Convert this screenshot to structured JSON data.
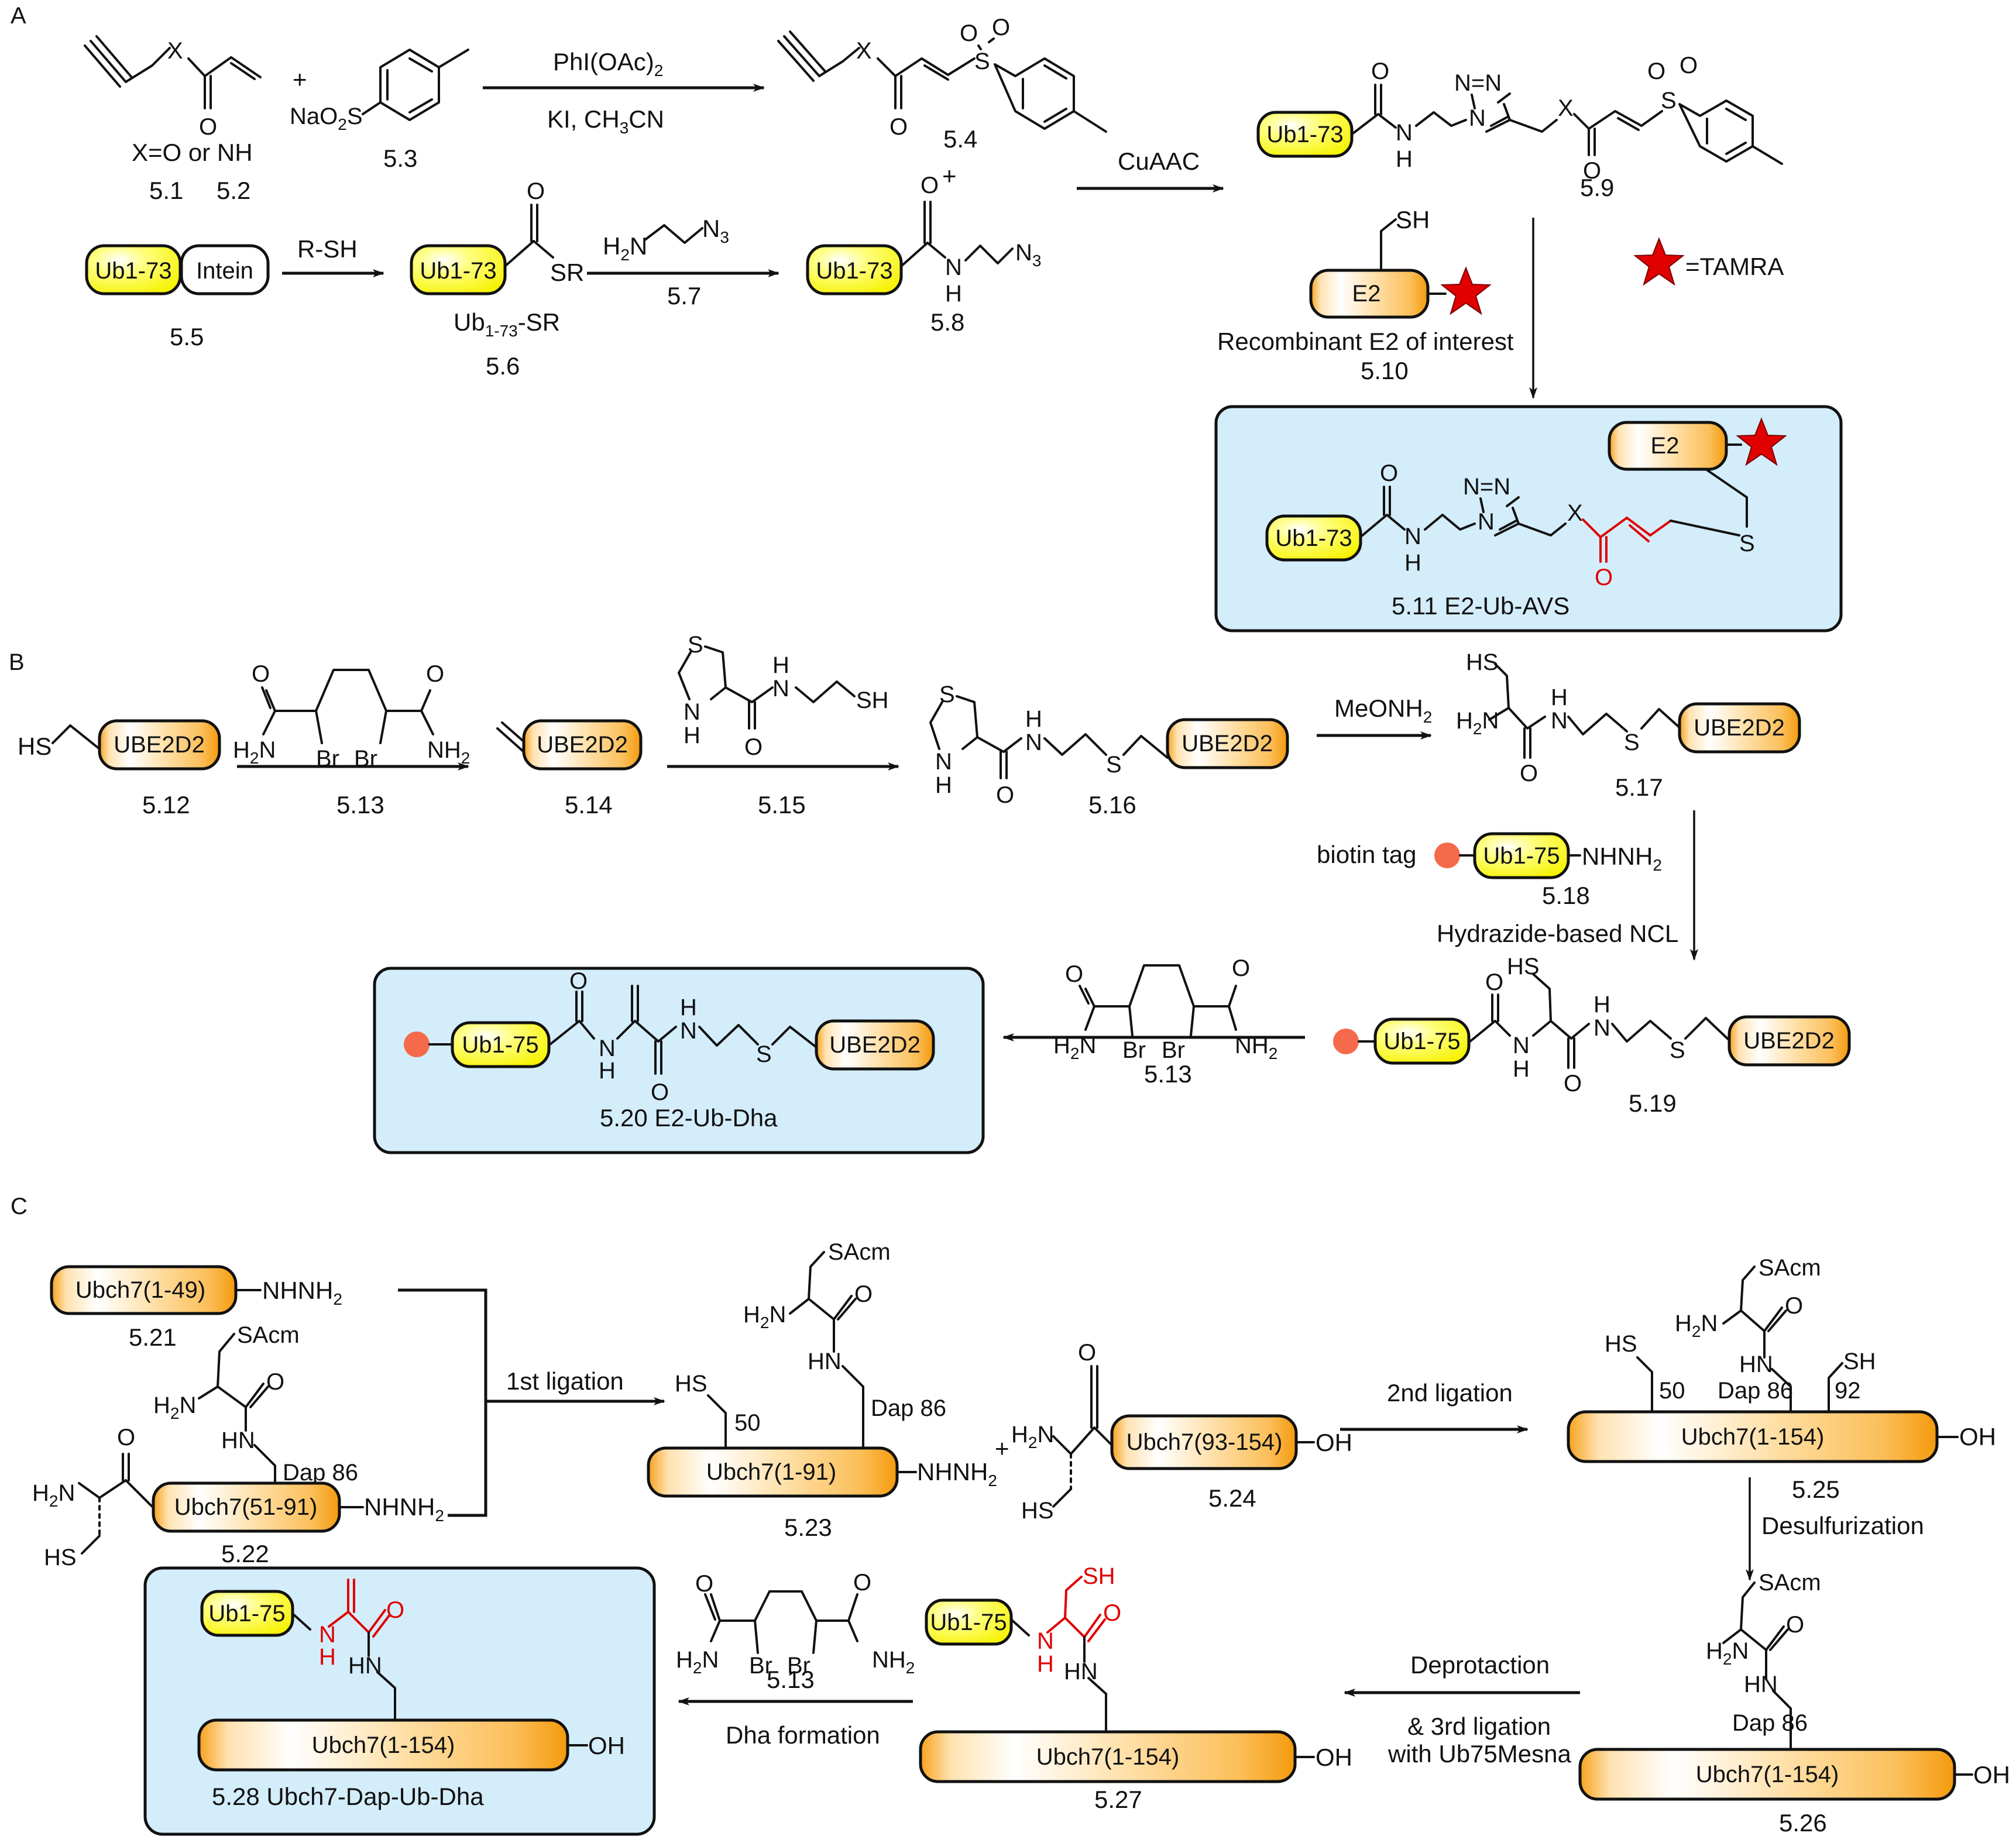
{
  "panels": {
    "a": "A",
    "b": "B",
    "c": "C"
  },
  "colors": {
    "ub_pill": "#ffff33",
    "e2_pill": "#f9a51a",
    "highlight_box": "#d4edfb",
    "highlight_red": "#e00000",
    "tamra_star": "#e00000",
    "biotin": "#f56a4a"
  },
  "panelA": {
    "reagent_conditions_1": {
      "top": "PhI(OAc)",
      "top_sub": "2",
      "bottom": "KI, CH",
      "bottom_sub": "3",
      "bottom_end": "CN"
    },
    "x_def": "X=O or NH",
    "cmpd_51": "5.1",
    "cmpd_52": "5.2",
    "cmpd_53": "5.3",
    "cmpd_54": "5.4",
    "plus": "+",
    "naso": "NaO",
    "naso_sub": "2",
    "naso_end": "S",
    "ub173": "Ub1-73",
    "intein": "Intein",
    "rsh": "R-SH",
    "cmpd_55": "5.5",
    "sr": "SR",
    "ub_sr": "Ub",
    "ub_sr_sub": "1-73",
    "ub_sr_end": "-SR",
    "cmpd_56": "5.6",
    "cmpd_57": "5.7",
    "h2n": "H",
    "h2n_sub": "2",
    "h2n_end": "N",
    "n3": "N",
    "n3_sub": "3",
    "cmpd_58": "5.8",
    "cuaac": "CuAAC",
    "cmpd_59": "5.9",
    "sh": "SH",
    "e2": "E2",
    "recombinant": "Recombinant E2 of interest",
    "cmpd_510": "5.10",
    "tamra": "=TAMRA",
    "product_label": "5.11   E2-Ub-AVS",
    "atoms": {
      "O": "O",
      "X": "X",
      "S": "S",
      "N": "N",
      "H": "H",
      "NN": "N=N"
    }
  },
  "panelB": {
    "ube2d2": "UBE2D2",
    "hs": "HS",
    "cmpd_512": "5.12",
    "cmpd_513": "5.13",
    "cmpd_514": "5.14",
    "cmpd_515": "5.15",
    "cmpd_516": "5.16",
    "cmpd_517": "5.17",
    "cmpd_518": "5.18",
    "cmpd_519": "5.19",
    "meonh2": "MeONH",
    "meonh2_sub": "2",
    "biotin_tag": "biotin tag",
    "ub175": "Ub1-75",
    "nhnh2": "NHNH",
    "nhnh2_sub": "2",
    "ncl": "Hydrazide-based NCL",
    "br": "Br",
    "nh2": "NH",
    "nh2_sub": "2",
    "product_label": "5.20   E2-Ub-Dha"
  },
  "panelC": {
    "ubch7_1_49": "Ubch7(1-49)",
    "cmpd_521": "5.21",
    "ubch7_51_91": "Ubch7(51-91)",
    "cmpd_522": "5.22",
    "sacm": "SAcm",
    "dap86": "Dap 86",
    "first_ligation": "1st ligation",
    "ubch7_1_91": "Ubch7(1-91)",
    "cmpd_523": "5.23",
    "pos50": "50",
    "pos92": "92",
    "ubch7_93_154": "Ubch7(93-154)",
    "cmpd_524": "5.24",
    "oh": "OH",
    "second_ligation": "2nd ligation",
    "ubch7_1_154": "Ubch7(1-154)",
    "cmpd_525": "5.25",
    "desulfurization": "Desulfurization",
    "cmpd_526": "5.26",
    "deprot_1": "Deprotaction",
    "deprot_2": "& 3rd ligation",
    "deprot_3": "with Ub75Mesna",
    "cmpd_527": "5.27",
    "dha_formation": "Dha formation",
    "cmpd_513": "5.13",
    "product_label": "5.28  Ubch7-Dap-Ub-Dha"
  }
}
